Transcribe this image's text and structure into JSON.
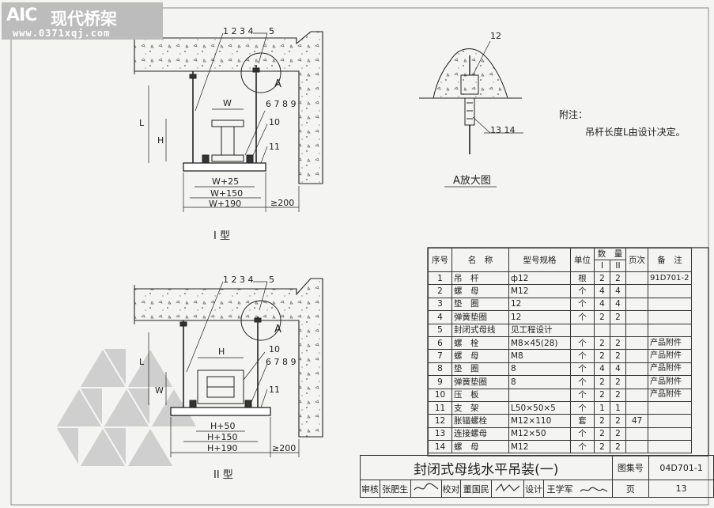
{
  "logo": {
    "mark": "AIC",
    "name": "现代桥架",
    "url": "www.0371xqj.com"
  },
  "fig1": {
    "callout_top": "1 2 3 4",
    "callout_5": "5",
    "detail_ref": "A",
    "dim_W": "W",
    "callout_6789": "6 7 8 9",
    "callout_10": "10",
    "dim_L": "L",
    "dim_H": "H",
    "callout_11": "11",
    "dim_1": "W+25",
    "dim_2": "W+150",
    "dim_3": "W+190",
    "wall_dim": "≥200",
    "caption": "I 型"
  },
  "fig2": {
    "callout_top": "1 2 3 4",
    "callout_5": "5",
    "detail_ref": "A",
    "dim_H": "H",
    "callout_10": "10",
    "callout_6789": "6 7 8 9",
    "dim_L": "L",
    "dim_W": "W",
    "callout_11": "11",
    "dim_1": "H+50",
    "dim_2": "H+150",
    "dim_3": "H+190",
    "wall_dim": "≥200",
    "caption": "II 型"
  },
  "detailA": {
    "callout_12": "12",
    "callout_1314": "13  14",
    "caption": "A放大图"
  },
  "notes": {
    "heading": "附注：",
    "body": "吊杆长度L由设计决定。"
  },
  "table": {
    "headers": {
      "no": "序号",
      "name": "名　称",
      "spec": "型号规格",
      "unit": "单位",
      "qty": "数　量",
      "qty_1": "I",
      "qty_2": "II",
      "page": "页次",
      "remark": "备　注"
    },
    "rows": [
      {
        "no": "1",
        "name": "吊　杆",
        "spec": "ф12",
        "unit": "根",
        "q1": "2",
        "q2": "2",
        "page": "",
        "remark": "91D701-2"
      },
      {
        "no": "2",
        "name": "螺　母",
        "spec": "M12",
        "unit": "个",
        "q1": "4",
        "q2": "4",
        "page": "",
        "remark": ""
      },
      {
        "no": "3",
        "name": "垫　圈",
        "spec": "12",
        "unit": "个",
        "q1": "4",
        "q2": "4",
        "page": "",
        "remark": ""
      },
      {
        "no": "4",
        "name": "弹簧垫圈",
        "spec": "12",
        "unit": "个",
        "q1": "2",
        "q2": "2",
        "page": "",
        "remark": ""
      },
      {
        "no": "5",
        "name": "封闭式母线",
        "spec": "见工程设计",
        "unit": "",
        "q1": "",
        "q2": "",
        "page": "",
        "remark": ""
      },
      {
        "no": "6",
        "name": "螺　栓",
        "spec": "M8×45(28)",
        "unit": "个",
        "q1": "2",
        "q2": "2",
        "page": "",
        "remark": "产品附件"
      },
      {
        "no": "7",
        "name": "螺　母",
        "spec": "M8",
        "unit": "个",
        "q1": "2",
        "q2": "2",
        "page": "",
        "remark": "产品附件"
      },
      {
        "no": "8",
        "name": "垫　圈",
        "spec": "8",
        "unit": "个",
        "q1": "4",
        "q2": "4",
        "page": "",
        "remark": "产品附件"
      },
      {
        "no": "9",
        "name": "弹簧垫圈",
        "spec": "8",
        "unit": "个",
        "q1": "2",
        "q2": "2",
        "page": "",
        "remark": "产品附件"
      },
      {
        "no": "10",
        "name": "压　板",
        "spec": "",
        "unit": "个",
        "q1": "2",
        "q2": "2",
        "page": "",
        "remark": "产品附件"
      },
      {
        "no": "11",
        "name": "支　架",
        "spec": "L50×50×5",
        "unit": "个",
        "q1": "1",
        "q2": "1",
        "page": "",
        "remark": ""
      },
      {
        "no": "12",
        "name": "胀锚螺栓",
        "spec": "M12×110",
        "unit": "套",
        "q1": "2",
        "q2": "2",
        "page": "47",
        "remark": ""
      },
      {
        "no": "13",
        "name": "连接螺母",
        "spec": "M12×50",
        "unit": "个",
        "q1": "2",
        "q2": "2",
        "page": "",
        "remark": ""
      },
      {
        "no": "14",
        "name": "螺　母",
        "spec": "M12",
        "unit": "个",
        "q1": "2",
        "q2": "2",
        "page": "",
        "remark": ""
      }
    ]
  },
  "titleblock": {
    "title": "封闭式母线水平吊装(一)",
    "atlas_label": "图集号",
    "atlas_no": "04D701-1",
    "review_label": "审核",
    "reviewer": "张肥生",
    "check_label": "校对",
    "checker": "董国民",
    "design_label": "设计",
    "designer": "王学军",
    "page_label": "页",
    "page_no": "13"
  }
}
